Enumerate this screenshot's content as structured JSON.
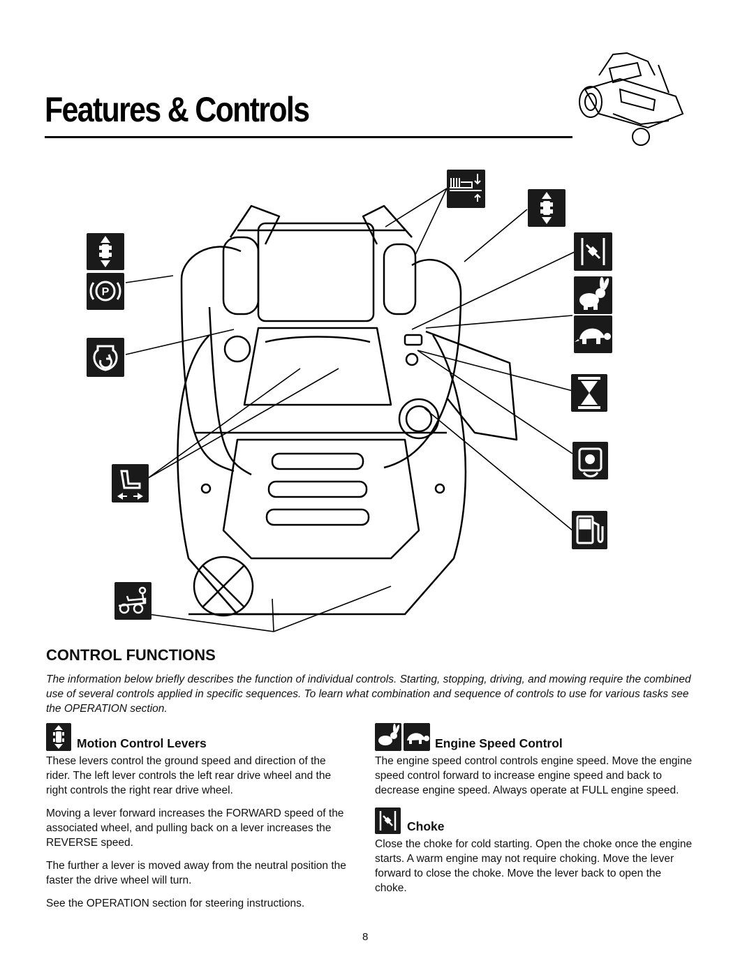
{
  "header": {
    "title": "Features & Controls"
  },
  "section": {
    "heading": "CONTROL FUNCTIONS",
    "intro": "The information below briefly describes the function of individual controls. Starting, stopping, driving, and mowing require the combined use of several controls applied in specific sequences. To learn what combination and sequence of controls to use for various tasks see the OPERATION section."
  },
  "motion_control": {
    "heading": "Motion Control Levers",
    "icon": "motion-control-icon",
    "paragraphs": [
      "These levers control the ground speed and direction of the rider. The left lever controls the left rear drive wheel and the right controls the right rear drive wheel.",
      "Moving a lever forward increases the FORWARD speed of the associated wheel, and pulling back on a lever increases the REVERSE speed.",
      "The further a lever is moved away from the neutral position the faster the drive wheel will turn.",
      "See the OPERATION section for steering instructions."
    ]
  },
  "engine_speed": {
    "heading": "Engine Speed Control",
    "icons": [
      "rabbit-icon",
      "turtle-icon"
    ],
    "paragraphs": [
      "The engine speed control controls engine speed. Move the engine speed control forward to increase engine speed and back to decrease engine speed.  Always operate at FULL engine speed."
    ]
  },
  "choke": {
    "heading": "Choke",
    "icon": "choke-icon",
    "paragraphs": [
      "Close the choke for cold starting. Open the choke once the engine starts.  A warm engine may not require choking.  Move the lever forward to close the choke.  Move the lever back to open the choke."
    ]
  },
  "diagram_symbols": [
    "motion-control-icon",
    "parking-brake-icon",
    "ignition-icon",
    "seat-adjust-icon",
    "operator-presence-icon",
    "deck-height-icon",
    "choke-icon",
    "rabbit-icon",
    "turtle-icon",
    "hour-meter-icon",
    "pto-icon",
    "fuel-icon"
  ],
  "footer": {
    "page_number": "8"
  }
}
